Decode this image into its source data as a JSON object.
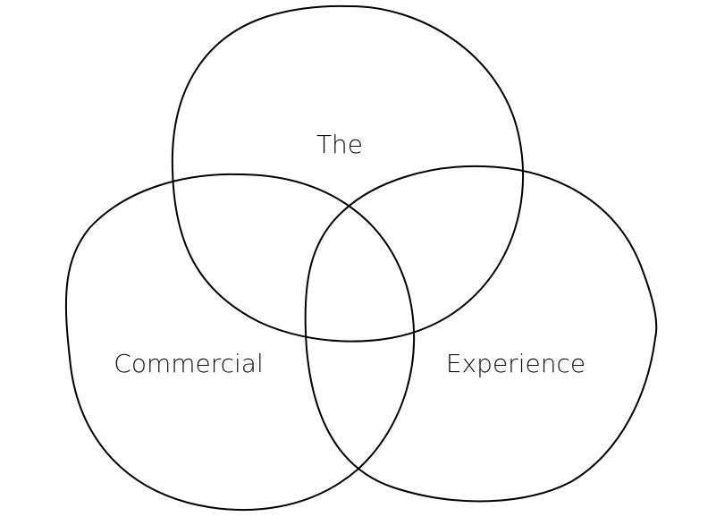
{
  "colors": {
    "background": "#ffffff",
    "stroke": "#000000",
    "text": "#111111"
  },
  "diagram": {
    "type": "venn",
    "circles": [
      {
        "id": "top",
        "label": "The"
      },
      {
        "id": "left",
        "label": "Commercial"
      },
      {
        "id": "right",
        "label": "Experience"
      }
    ]
  }
}
